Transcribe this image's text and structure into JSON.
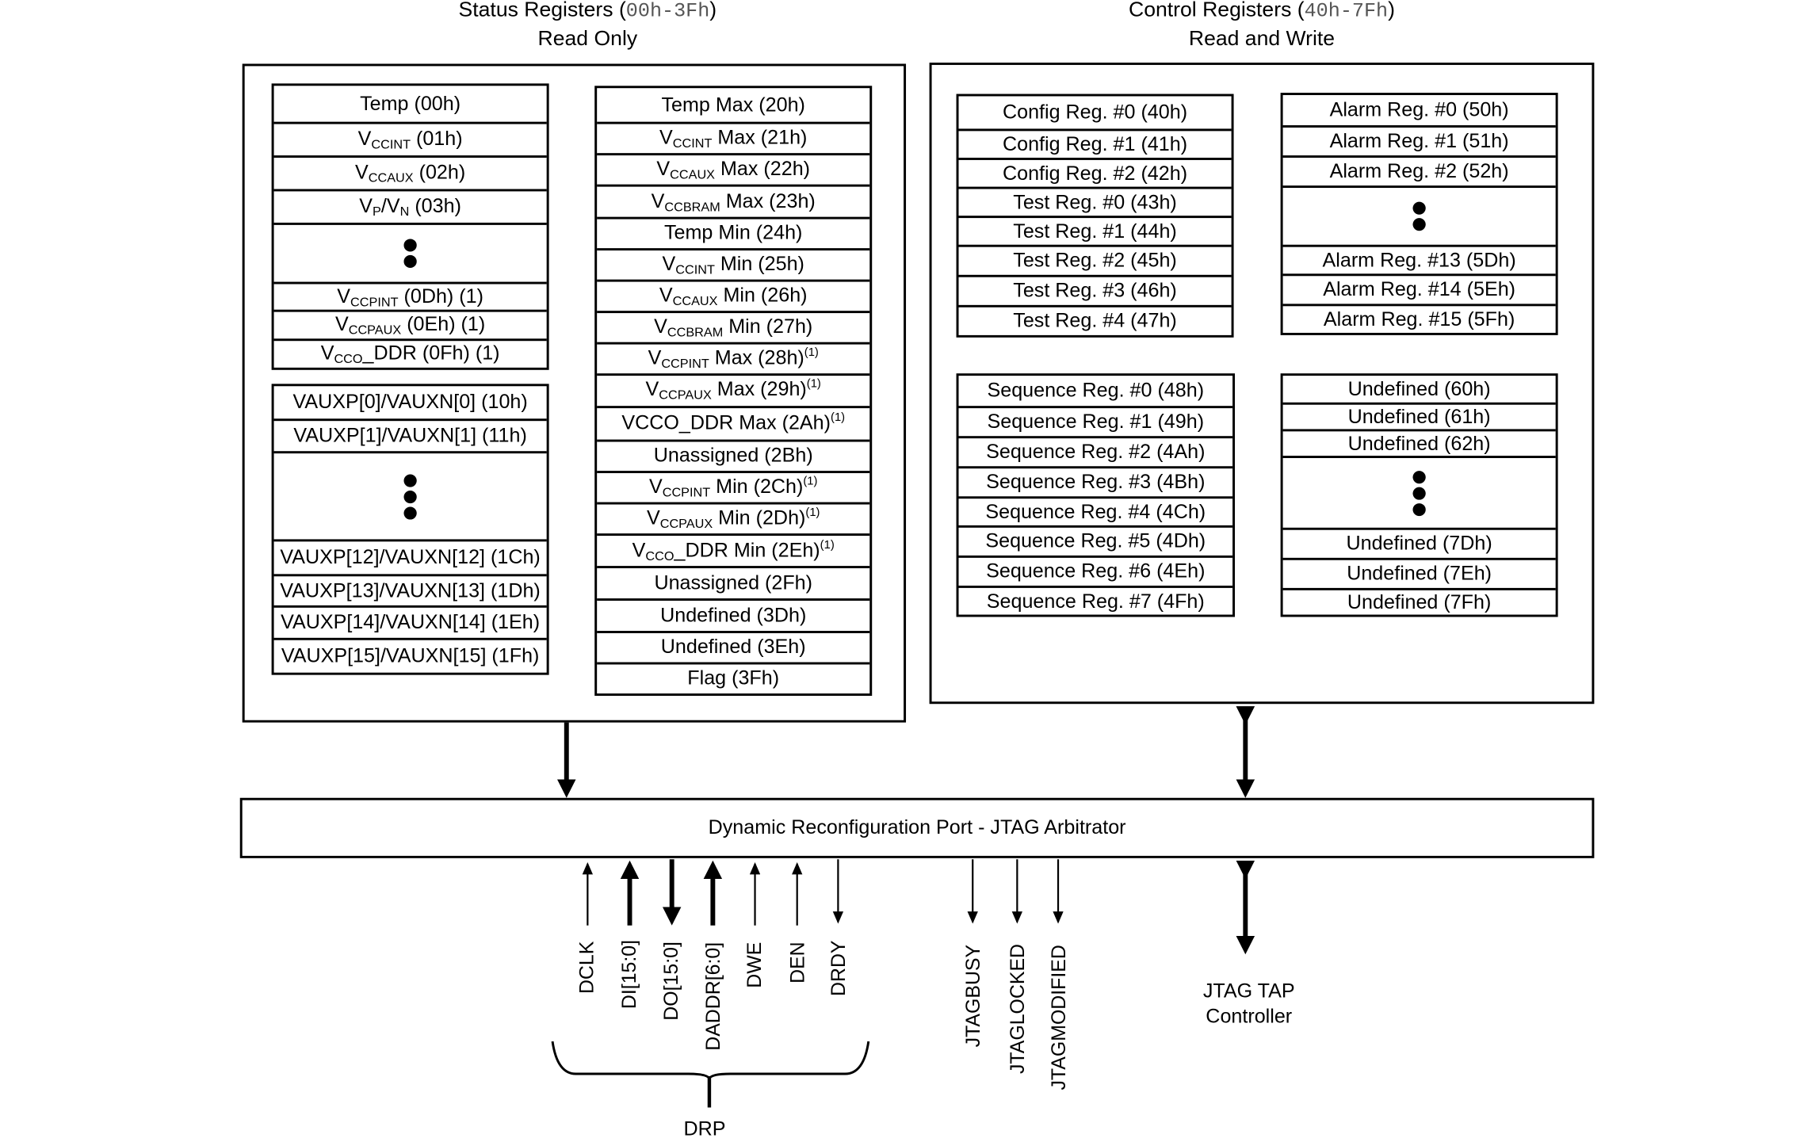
{
  "status": {
    "title": "Status Registers",
    "range": "00h-3Fh",
    "access": "Read Only",
    "left_upper": [
      {
        "type": "text",
        "pre": "Temp (00h)"
      },
      {
        "type": "sub",
        "pre": "V",
        "sub": "CCINT",
        "post": " (01h)"
      },
      {
        "type": "sub",
        "pre": "V",
        "sub": "CCAUX",
        "post": " (02h)"
      },
      {
        "type": "vpvn",
        "pre": "V",
        "sub": "P",
        "mid": "/V",
        "sub2": "N",
        "post": " (03h)"
      },
      {
        "type": "dots"
      },
      {
        "type": "sub",
        "pre": "V",
        "sub": "CCPINT",
        "post": " (0Dh) (1)"
      },
      {
        "type": "sub",
        "pre": "V",
        "sub": "CCPAUX",
        "post": " (0Eh) (1)"
      },
      {
        "type": "sub",
        "pre": "V",
        "sub": "CCO",
        "post": "_DDR (0Fh) (1)"
      }
    ],
    "left_lower": [
      {
        "type": "text",
        "pre": "VAUXP[0]/VAUXN[0] (10h)"
      },
      {
        "type": "text",
        "pre": "VAUXP[1]/VAUXN[1] (11h)"
      },
      {
        "type": "dots"
      },
      {
        "type": "text",
        "pre": "VAUXP[12]/VAUXN[12] (1Ch)"
      },
      {
        "type": "text",
        "pre": "VAUXP[13]/VAUXN[13] (1Dh)"
      },
      {
        "type": "text",
        "pre": "VAUXP[14]/VAUXN[14] (1Eh)"
      },
      {
        "type": "text",
        "pre": "VAUXP[15]/VAUXN[15] (1Fh)"
      }
    ],
    "right": [
      {
        "type": "text",
        "pre": "Temp Max  (20h)"
      },
      {
        "type": "sub",
        "pre": "V",
        "sub": "CCINT",
        "post": " Max  (21h)"
      },
      {
        "type": "sub",
        "pre": "V",
        "sub": "CCAUX",
        "post": " Max (22h)"
      },
      {
        "type": "sub",
        "pre": "V",
        "sub": "CCBRAM",
        "post": " Max  (23h)"
      },
      {
        "type": "text",
        "pre": "Temp Min  (24h)"
      },
      {
        "type": "sub",
        "pre": "V",
        "sub": "CCINT",
        "post": " Min  (25h)"
      },
      {
        "type": "sub",
        "pre": "V",
        "sub": "CCAUX",
        "post": " Min  (26h)"
      },
      {
        "type": "sub",
        "pre": "V",
        "sub": "CCBRAM",
        "post": " Min (27h)"
      },
      {
        "type": "subsup",
        "pre": "V",
        "sub": "CCPINT",
        "post": " Max (28h)",
        "sup": "(1)"
      },
      {
        "type": "subsup",
        "pre": "V",
        "sub": "CCPAUX",
        "post": " Max (29h)",
        "sup": "(1)"
      },
      {
        "type": "textsup",
        "pre": "VCCO_DDR Max (2Ah)",
        "sup": "(1)"
      },
      {
        "type": "text",
        "pre": "Unassigned (2Bh)"
      },
      {
        "type": "subsup",
        "pre": "V",
        "sub": "CCPINT",
        "post": " Min (2Ch)",
        "sup": "(1)"
      },
      {
        "type": "subsup",
        "pre": "V",
        "sub": "CCPAUX",
        "post": " Min (2Dh)",
        "sup": "(1)"
      },
      {
        "type": "subsup",
        "pre": "V",
        "sub": "CCO",
        "post": "_DDR Min (2Eh)",
        "sup": "(1)"
      },
      {
        "type": "text",
        "pre": "Unassigned (2Fh)"
      },
      {
        "type": "text",
        "pre": "Undefined (3Dh)"
      },
      {
        "type": "text",
        "pre": "Undefined (3Eh)"
      },
      {
        "type": "text",
        "pre": "Flag (3Fh)"
      }
    ]
  },
  "control": {
    "title": "Control Registers",
    "range": "40h-7Fh",
    "access": "Read and Write",
    "config_test": [
      {
        "type": "text",
        "pre": "Config Reg. #0 (40h)"
      },
      {
        "type": "text",
        "pre": "Config Reg. #1 (41h)"
      },
      {
        "type": "text",
        "pre": "Config Reg. #2 (42h)"
      },
      {
        "type": "text",
        "pre": "Test Reg. #0 (43h)"
      },
      {
        "type": "text",
        "pre": "Test Reg. #1 (44h)"
      },
      {
        "type": "text",
        "pre": "Test Reg. #2 (45h)"
      },
      {
        "type": "text",
        "pre": "Test Reg. #3 (46h)"
      },
      {
        "type": "text",
        "pre": "Test Reg. #4 (47h)"
      }
    ],
    "alarm": [
      {
        "type": "text",
        "pre": "Alarm Reg. #0 (50h)"
      },
      {
        "type": "text",
        "pre": "Alarm Reg. #1 (51h)"
      },
      {
        "type": "text",
        "pre": "Alarm Reg. #2 (52h)"
      },
      {
        "type": "dots"
      },
      {
        "type": "text",
        "pre": "Alarm Reg. #13 (5Dh)"
      },
      {
        "type": "text",
        "pre": "Alarm Reg. #14 (5Eh)"
      },
      {
        "type": "text",
        "pre": "Alarm Reg. #15 (5Fh)"
      }
    ],
    "sequence": [
      {
        "type": "text",
        "pre": "Sequence Reg. #0 (48h)"
      },
      {
        "type": "text",
        "pre": "Sequence Reg. #1 (49h)"
      },
      {
        "type": "text",
        "pre": "Sequence Reg. #2 (4Ah)"
      },
      {
        "type": "text",
        "pre": "Sequence Reg. #3 (4Bh)"
      },
      {
        "type": "text",
        "pre": "Sequence Reg. #4 (4Ch)"
      },
      {
        "type": "text",
        "pre": "Sequence Reg. #5 (4Dh)"
      },
      {
        "type": "text",
        "pre": "Sequence Reg. #6 (4Eh)"
      },
      {
        "type": "text",
        "pre": "Sequence Reg. #7 (4Fh)"
      }
    ],
    "undefined": [
      {
        "type": "text",
        "pre": "Undefined (60h)"
      },
      {
        "type": "text",
        "pre": "Undefined (61h)"
      },
      {
        "type": "text",
        "pre": "Undefined (62h)"
      },
      {
        "type": "dots"
      },
      {
        "type": "text",
        "pre": "Undefined (7Dh)"
      },
      {
        "type": "text",
        "pre": "Undefined (7Eh)"
      },
      {
        "type": "text",
        "pre": "Undefined (7Fh)"
      }
    ]
  },
  "arbiter_label": "Dynamic Reconfiguration Port - JTAG Arbitrator",
  "drp_signals": [
    "DCLK",
    "DI[15:0]",
    "DO[15:0]",
    "DADDR[6:0]",
    "DWE",
    "DEN",
    "DRDY"
  ],
  "drp_group_label": "DRP",
  "jtag_signals": [
    "JTAGBUSY",
    "JTAGLOCKED",
    "JTAGMODIFIED"
  ],
  "jtag_tap": {
    "line1": "JTAG TAP",
    "line2": "Controller"
  }
}
